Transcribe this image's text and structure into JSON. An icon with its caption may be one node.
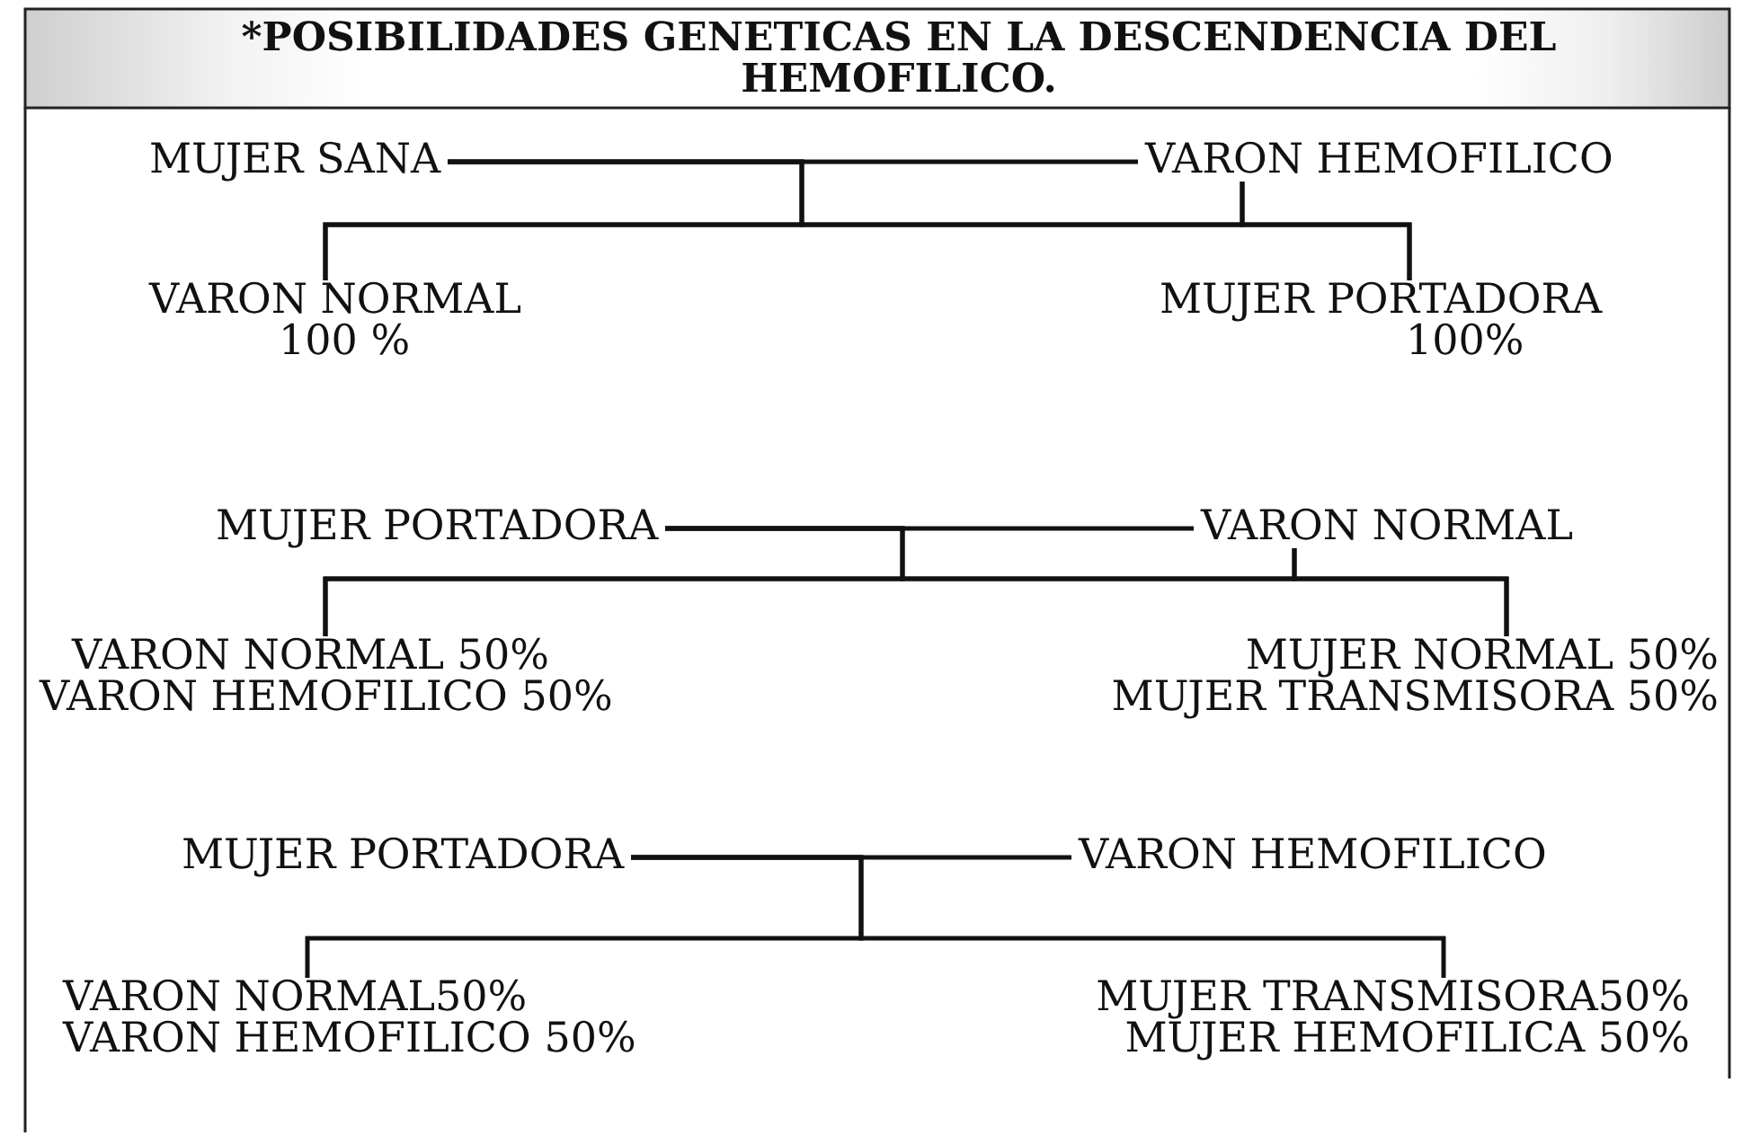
{
  "diagram": {
    "title": "*POSIBILIDADES GENETICAS EN LA DESCENDENCIA DEL HEMOFILICO.",
    "nodes": [
      {
        "text": [
          "MUJER SANA"
        ]
      },
      {
        "text": [
          "VARON HEMOFILICO"
        ]
      },
      {
        "text": [
          "VARON NORMAL",
          "100 %"
        ]
      },
      {
        "text": [
          "MUJER PORTADORA",
          "100%"
        ]
      },
      {
        "text": [
          "MUJER PORTADORA"
        ]
      },
      {
        "text": [
          "VARON NORMAL"
        ]
      },
      {
        "text": [
          "VARON NORMAL 50%",
          "VARON HEMOFILICO 50%"
        ]
      },
      {
        "text": [
          "MUJER NORMAL 50%",
          "MUJER TRANSMISORA 50%"
        ]
      },
      {
        "text": [
          "MUJER PORTADORA"
        ]
      },
      {
        "text": [
          "VARON HEMOFILICO"
        ]
      },
      {
        "text": [
          "VARON NORMAL50%",
          "VARON HEMOFILICO 50%"
        ]
      },
      {
        "text": [
          "MUJER TRANSMISORA50%",
          "MUJER HEMOFILICA 50%"
        ]
      }
    ],
    "edges": [
      {
        "from": 0,
        "to": 1,
        "arrow": "none"
      },
      {
        "from": 0,
        "to": 2,
        "arrow": "none"
      },
      {
        "from": 0,
        "to": 3,
        "arrow": "none"
      },
      {
        "from": 1,
        "to": 2,
        "arrow": "none"
      },
      {
        "from": 1,
        "to": 3,
        "arrow": "none"
      },
      {
        "from": 4,
        "to": 5,
        "arrow": "none"
      },
      {
        "from": 4,
        "to": 6,
        "arrow": "none"
      },
      {
        "from": 4,
        "to": 7,
        "arrow": "none"
      },
      {
        "from": 5,
        "to": 6,
        "arrow": "none"
      },
      {
        "from": 5,
        "to": 7,
        "arrow": "none"
      },
      {
        "from": 8,
        "to": 9,
        "arrow": "none"
      },
      {
        "from": 8,
        "to": 10,
        "arrow": "none"
      },
      {
        "from": 8,
        "to": 11,
        "arrow": "none"
      }
    ]
  }
}
